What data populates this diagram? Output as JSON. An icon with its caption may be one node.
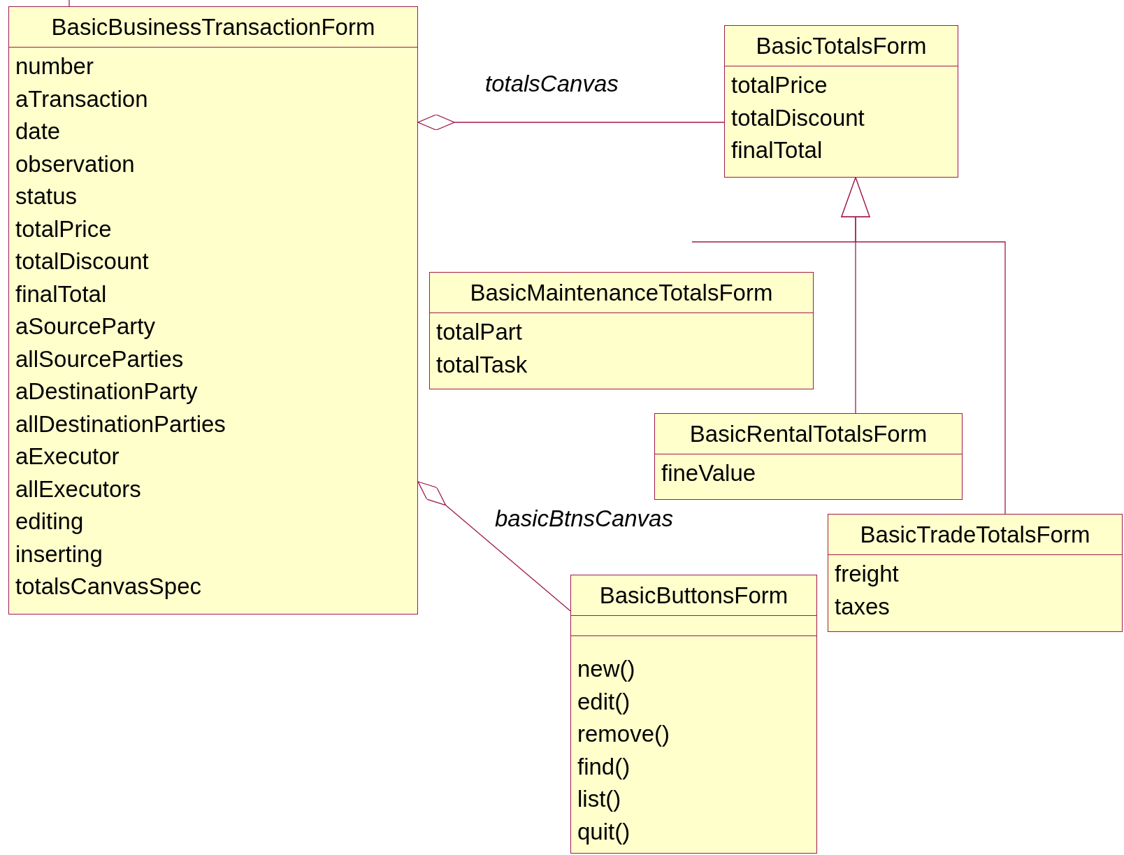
{
  "diagram": {
    "nodes": [
      {
        "text": [
          "BasicBusinessTransactionForm",
          "number",
          "aTransaction",
          "date",
          "observation",
          "status",
          "totalPrice",
          "totalDiscount",
          "finalTotal",
          "aSourceParty",
          "allSourceParties",
          "aDestinationParty",
          "allDestinationParties",
          "aExecutor",
          "allExecutors",
          "editing",
          "inserting",
          "totalsCanvasSpec"
        ]
      },
      {
        "text": [
          "BasicTotalsForm",
          "totalPrice",
          "totalDiscount",
          "finalTotal"
        ]
      },
      {
        "text": [
          "BasicMaintenanceTotalsForm",
          "totalPart",
          "totalTask"
        ]
      },
      {
        "text": [
          "BasicRentalTotalsForm",
          "fineValue"
        ]
      },
      {
        "text": [
          "BasicTradeTotalsForm",
          "freight",
          "taxes"
        ]
      },
      {
        "text": [
          "BasicButtonsForm",
          "new()",
          "edit()",
          "remove()",
          "find()",
          "list()",
          "quit()"
        ]
      }
    ],
    "edges": [
      {
        "from": 0,
        "to": 1,
        "arrow": "other",
        "label": "totalsCanvas"
      },
      {
        "from": 0,
        "to": 5,
        "arrow": "other",
        "label": "basicBtnsCanvas"
      },
      {
        "from": 3,
        "to": 1,
        "arrow": "to"
      },
      {
        "from": 4,
        "to": 1,
        "arrow": "to"
      },
      {
        "from": null,
        "to": 0,
        "arrow": "none"
      }
    ]
  }
}
